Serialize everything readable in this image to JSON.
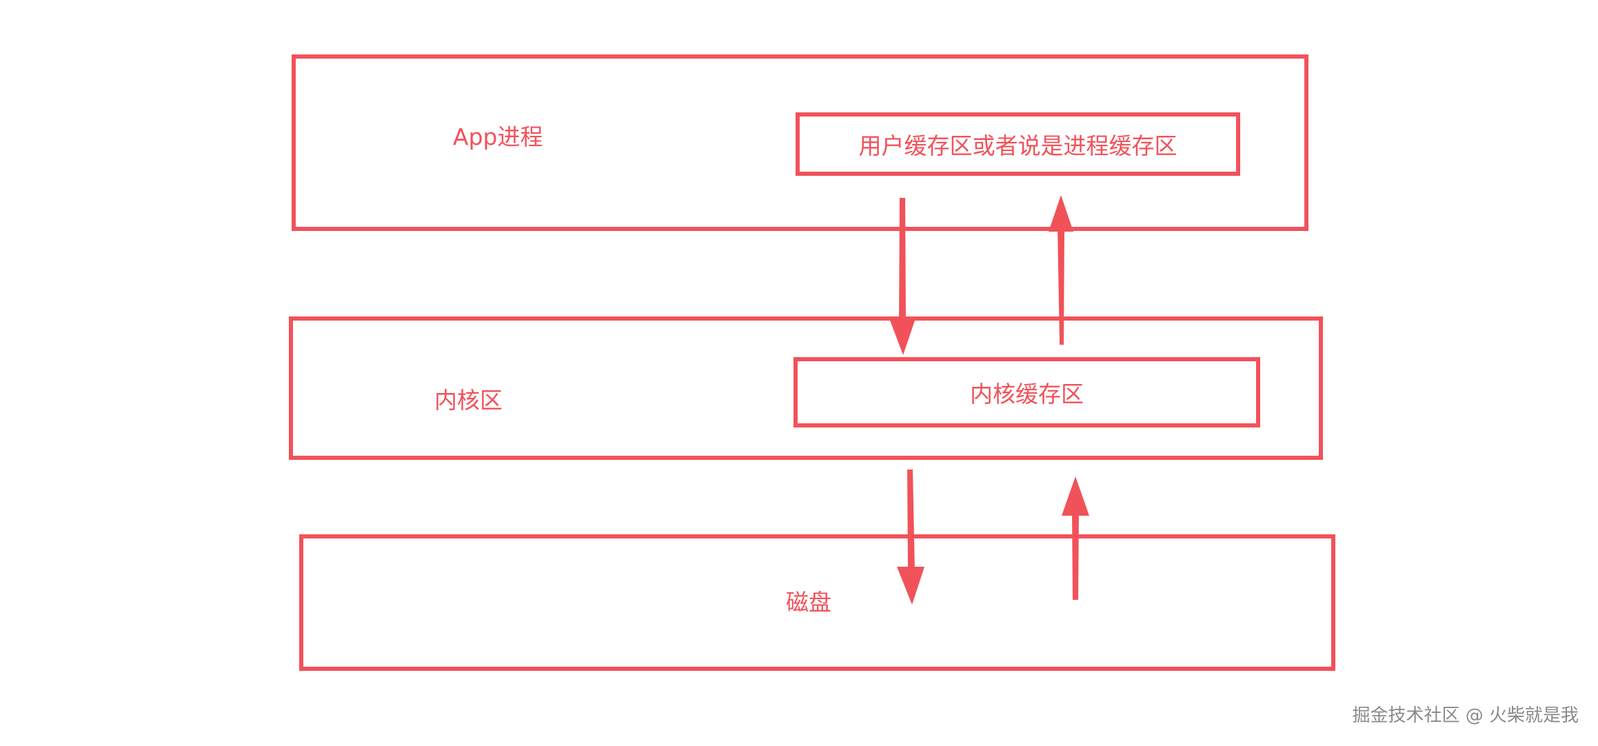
{
  "colors": {
    "accent": "#f1525a",
    "watermark": "#8a8a8a",
    "background": "#ffffff"
  },
  "app_process": {
    "label": "App进程",
    "buffer_label": "用户缓存区或者说是进程缓存区"
  },
  "kernel": {
    "label": "内核区",
    "buffer_label": "内核缓存区"
  },
  "disk": {
    "label": "磁盘"
  },
  "arrows": [
    {
      "from": "用户缓存区或者说是进程缓存区",
      "to": "内核缓存区"
    },
    {
      "from": "内核缓存区",
      "to": "用户缓存区或者说是进程缓存区"
    },
    {
      "from": "内核缓存区",
      "to": "磁盘"
    },
    {
      "from": "磁盘",
      "to": "内核缓存区"
    }
  ],
  "watermark": "掘金技术社区 @ 火柴就是我"
}
